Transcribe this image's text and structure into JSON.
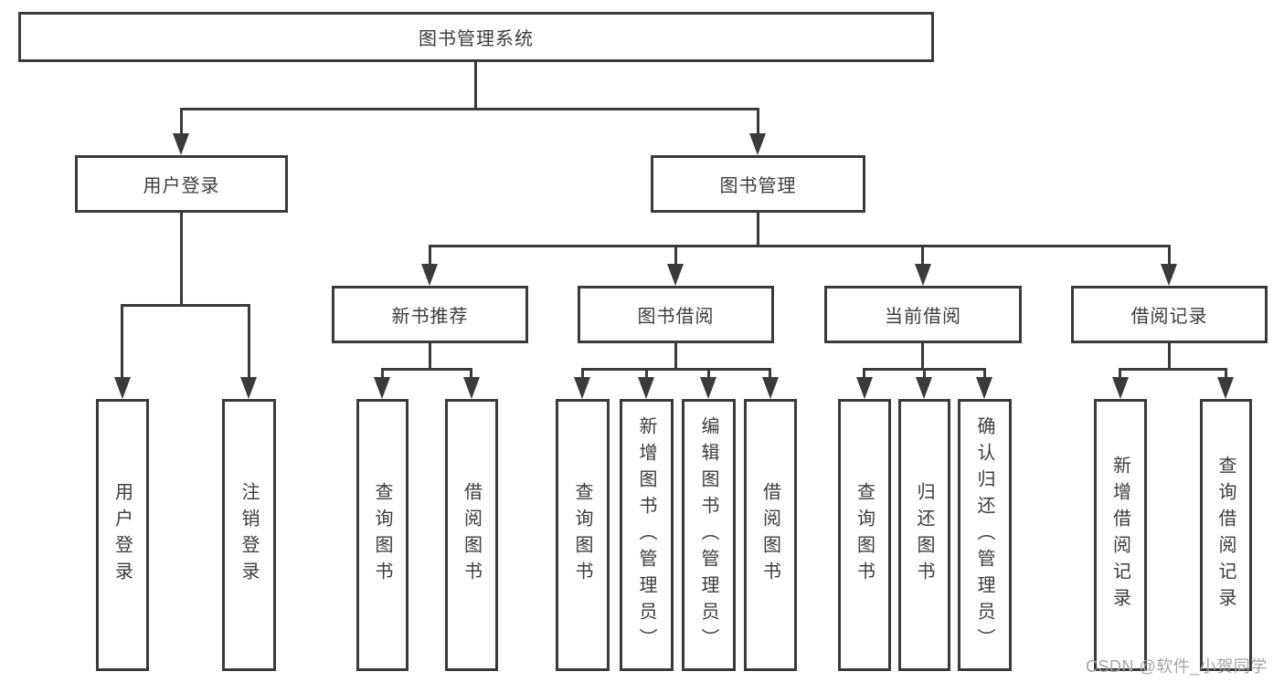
{
  "tree": {
    "root": {
      "label": "图书管理系统",
      "children": [
        {
          "label": "用户登录",
          "children": [
            {
              "label": "用户登录"
            },
            {
              "label": "注销登录"
            }
          ]
        },
        {
          "label": "图书管理",
          "children": [
            {
              "label": "新书推荐",
              "children": [
                {
                  "label": "查询图书"
                },
                {
                  "label": "借阅图书"
                }
              ]
            },
            {
              "label": "图书借阅",
              "children": [
                {
                  "label": "查询图书"
                },
                {
                  "label": "新增图书（管理员）"
                },
                {
                  "label": "编辑图书（管理员）"
                },
                {
                  "label": "借阅图书"
                }
              ]
            },
            {
              "label": "当前借阅",
              "children": [
                {
                  "label": "查询图书"
                },
                {
                  "label": "归还图书"
                },
                {
                  "label": "确认归还（管理员）"
                }
              ]
            },
            {
              "label": "借阅记录",
              "children": [
                {
                  "label": "新增借阅记录"
                },
                {
                  "label": "查询借阅记录"
                }
              ]
            }
          ]
        }
      ]
    }
  },
  "watermark": {
    "text": "CSDN @软件_小贺同学"
  },
  "colors": {
    "line": "#3a3a3a",
    "text": "#3c3c3c",
    "watermark": "#a5a5a5"
  }
}
